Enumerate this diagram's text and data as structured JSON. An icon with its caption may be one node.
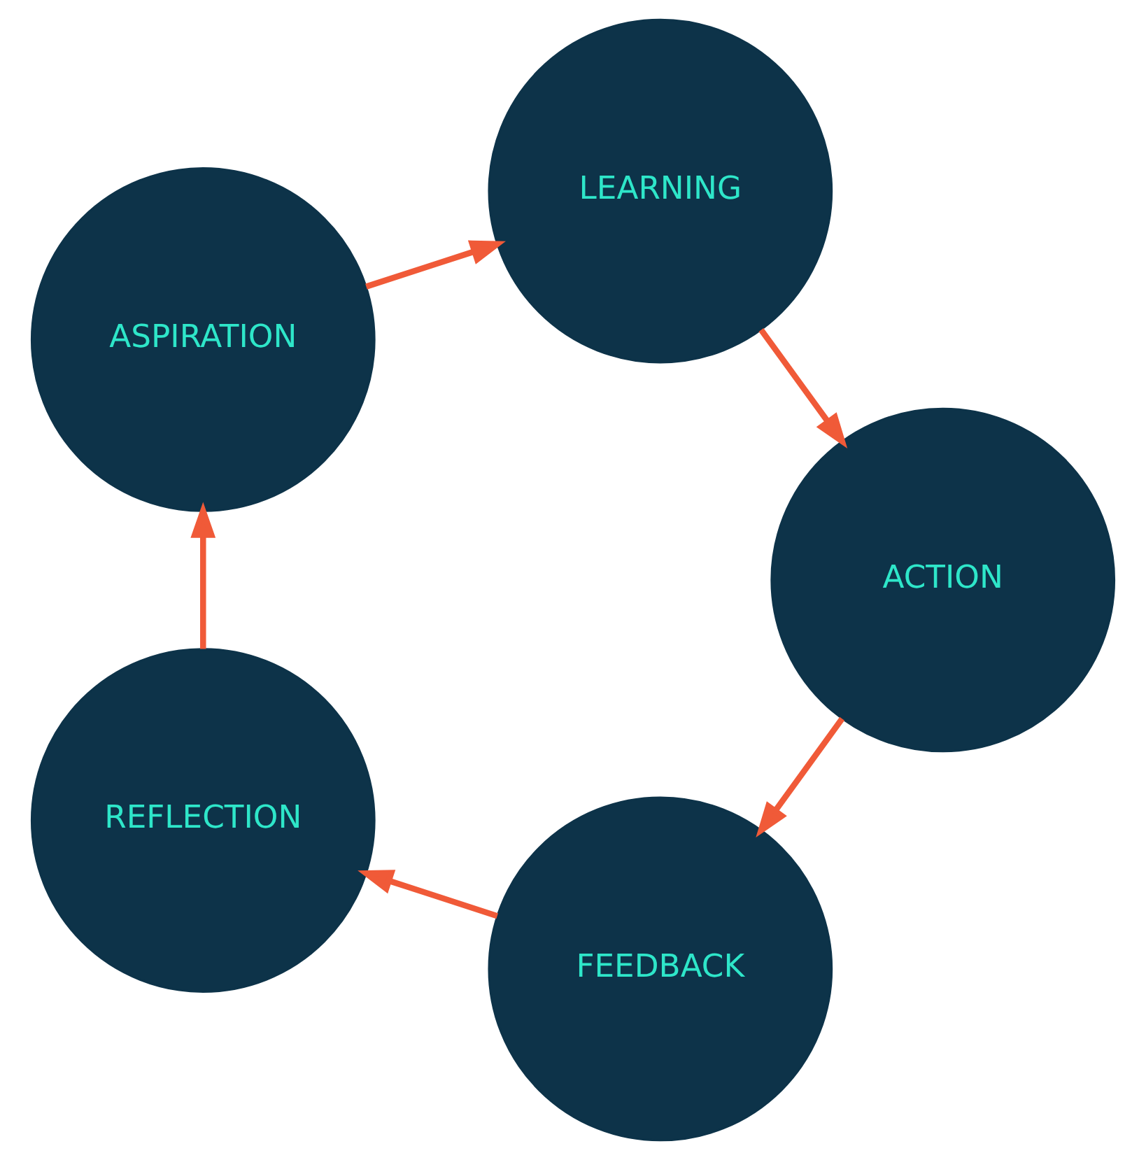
{
  "diagram": {
    "nodes": [
      {
        "text": [
          "FEEDBACK"
        ]
      },
      {
        "text": [
          "REFLECTION"
        ]
      },
      {
        "text": [
          "ASPIRATION"
        ]
      },
      {
        "text": [
          "LEARNING"
        ]
      },
      {
        "text": [
          "ACTION"
        ]
      }
    ],
    "edges": [
      {
        "from": 0,
        "to": 1,
        "arrow": "to"
      },
      {
        "from": 1,
        "to": 2,
        "arrow": "to"
      },
      {
        "from": 2,
        "to": 3,
        "arrow": "to"
      },
      {
        "from": 3,
        "to": 4,
        "arrow": "to"
      },
      {
        "from": 4,
        "to": 0,
        "arrow": "to"
      }
    ]
  }
}
